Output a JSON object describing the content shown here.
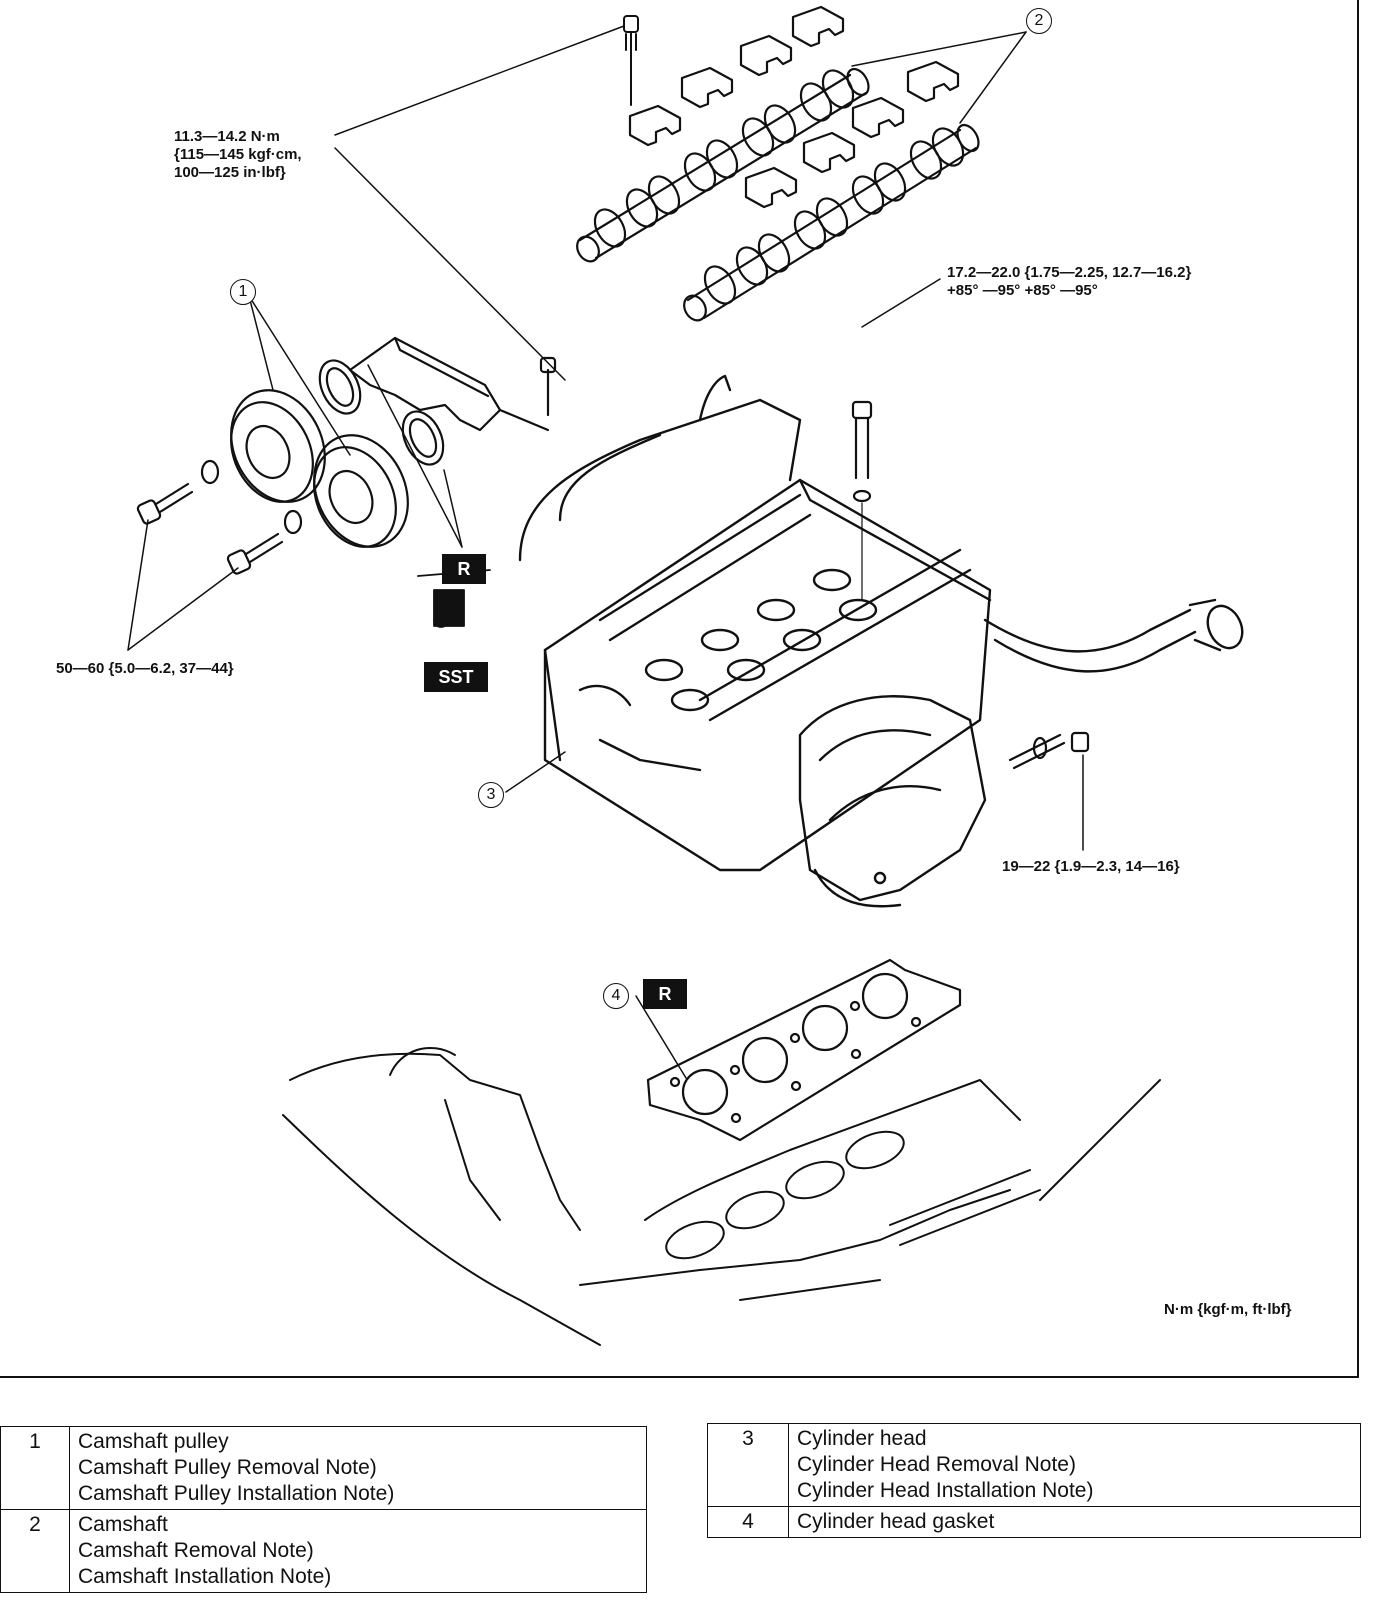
{
  "torque_labels": {
    "camshaft_cap_bolt": [
      "11.3—14.2 N·m",
      "{115—145 kgf·cm,",
      "100—125 in·lbf}"
    ],
    "head_bolt": [
      "17.2—22.0 {1.75—2.25, 12.7—16.2}",
      "+85° —95° +85° —95°"
    ],
    "pulley_bolt": "50—60 {5.0—6.2, 37—44}",
    "manifold_nut": "19—22 {1.9—2.3, 14—16}",
    "units": "N·m {kgf·m, ft·lbf}"
  },
  "callouts": {
    "c1": "1",
    "c2": "2",
    "c3": "3",
    "c4": "4"
  },
  "badges": {
    "replace_seal": "R",
    "replace_gasket": "R",
    "sst": "SST"
  },
  "legend": {
    "left": [
      {
        "num": "1",
        "lines": [
          "Camshaft pulley",
          "Camshaft Pulley Removal Note)",
          "Camshaft Pulley Installation Note)"
        ]
      },
      {
        "num": "2",
        "lines": [
          "Camshaft",
          "Camshaft Removal Note)",
          "Camshaft Installation Note)"
        ]
      }
    ],
    "right": [
      {
        "num": "3",
        "lines": [
          "Cylinder head",
          "Cylinder Head Removal Note)",
          "Cylinder Head Installation Note)"
        ]
      },
      {
        "num": "4",
        "lines": [
          "Cylinder head gasket"
        ]
      }
    ]
  }
}
